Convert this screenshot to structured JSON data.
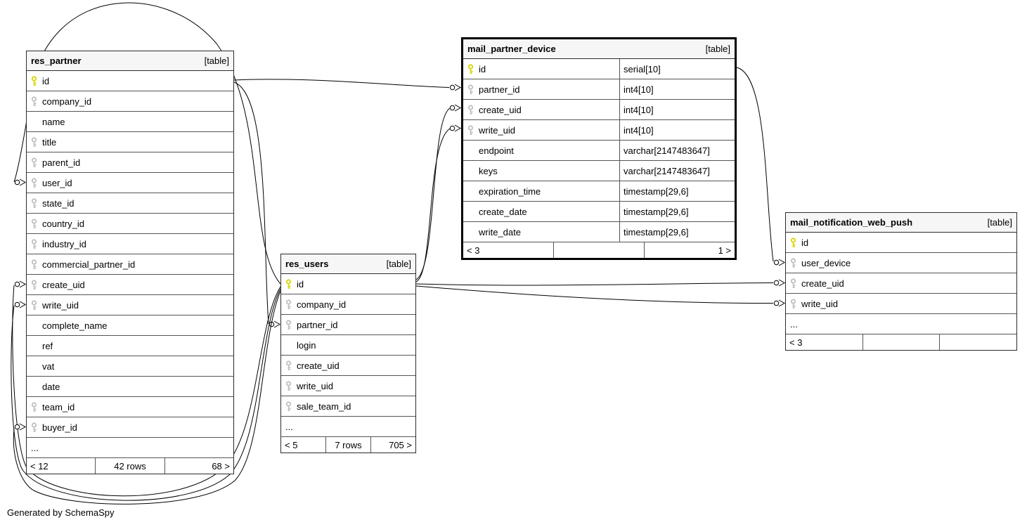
{
  "diagram": {
    "generator_note": "Generated by SchemaSpy"
  },
  "colors": {
    "pk_key": "#d6d600",
    "fk_key": "#bfbfbf",
    "edge": "#000000"
  },
  "tables": [
    {
      "id": "res_partner",
      "name": "res_partner",
      "badge": "[table]",
      "show_types": false,
      "columns": [
        {
          "name": "id",
          "key": "pk"
        },
        {
          "name": "company_id",
          "key": "fk"
        },
        {
          "name": "name",
          "key": ""
        },
        {
          "name": "title",
          "key": "fk"
        },
        {
          "name": "parent_id",
          "key": "fk"
        },
        {
          "name": "user_id",
          "key": "fk"
        },
        {
          "name": "state_id",
          "key": "fk"
        },
        {
          "name": "country_id",
          "key": "fk"
        },
        {
          "name": "industry_id",
          "key": "fk"
        },
        {
          "name": "commercial_partner_id",
          "key": "fk"
        },
        {
          "name": "create_uid",
          "key": "fk"
        },
        {
          "name": "write_uid",
          "key": "fk"
        },
        {
          "name": "complete_name",
          "key": ""
        },
        {
          "name": "ref",
          "key": ""
        },
        {
          "name": "vat",
          "key": ""
        },
        {
          "name": "date",
          "key": ""
        },
        {
          "name": "team_id",
          "key": "fk"
        },
        {
          "name": "buyer_id",
          "key": "fk"
        },
        {
          "name": "...",
          "key": ""
        }
      ],
      "footer": [
        "< 12",
        "42 rows",
        "68 >"
      ]
    },
    {
      "id": "res_users",
      "name": "res_users",
      "badge": "[table]",
      "show_types": false,
      "columns": [
        {
          "name": "id",
          "key": "pk"
        },
        {
          "name": "company_id",
          "key": "fk"
        },
        {
          "name": "partner_id",
          "key": "fk"
        },
        {
          "name": "login",
          "key": ""
        },
        {
          "name": "create_uid",
          "key": "fk"
        },
        {
          "name": "write_uid",
          "key": "fk"
        },
        {
          "name": "sale_team_id",
          "key": "fk"
        },
        {
          "name": "...",
          "key": ""
        }
      ],
      "footer": [
        "< 5",
        "7 rows",
        "705 >"
      ]
    },
    {
      "id": "mail_partner_device",
      "name": "mail_partner_device",
      "badge": "[table]",
      "show_types": true,
      "columns": [
        {
          "name": "id",
          "key": "pk",
          "type": "serial[10]"
        },
        {
          "name": "partner_id",
          "key": "fk",
          "type": "int4[10]"
        },
        {
          "name": "create_uid",
          "key": "fk",
          "type": "int4[10]"
        },
        {
          "name": "write_uid",
          "key": "fk",
          "type": "int4[10]"
        },
        {
          "name": "endpoint",
          "key": "",
          "type": "varchar[2147483647]"
        },
        {
          "name": "keys",
          "key": "",
          "type": "varchar[2147483647]"
        },
        {
          "name": "expiration_time",
          "key": "",
          "type": "timestamp[29,6]"
        },
        {
          "name": "create_date",
          "key": "",
          "type": "timestamp[29,6]"
        },
        {
          "name": "write_date",
          "key": "",
          "type": "timestamp[29,6]"
        }
      ],
      "footer": [
        "< 3",
        "",
        "1 >"
      ]
    },
    {
      "id": "mail_notification_web_push",
      "name": "mail_notification_web_push",
      "badge": "[table]",
      "show_types": false,
      "columns": [
        {
          "name": "id",
          "key": "pk"
        },
        {
          "name": "user_device",
          "key": "fk"
        },
        {
          "name": "create_uid",
          "key": "fk"
        },
        {
          "name": "write_uid",
          "key": "fk"
        },
        {
          "name": "...",
          "key": ""
        }
      ],
      "footer": [
        "< 3",
        "",
        ""
      ]
    }
  ],
  "relationships": [
    {
      "from": "res_partner.id",
      "to": "mail_partner_device.partner_id"
    },
    {
      "from": "res_users.id",
      "to": "mail_partner_device.create_uid"
    },
    {
      "from": "res_users.id",
      "to": "mail_partner_device.write_uid"
    },
    {
      "from": "res_partner.id",
      "to": "res_users.partner_id"
    },
    {
      "from": "res_users.id",
      "to": "res_partner.user_id"
    },
    {
      "from": "res_users.id",
      "to": "res_partner.create_uid"
    },
    {
      "from": "res_users.id",
      "to": "res_partner.write_uid"
    },
    {
      "from": "res_users.id",
      "to": "res_partner.buyer_id"
    },
    {
      "from": "mail_partner_device.id",
      "to": "mail_notification_web_push.user_device"
    },
    {
      "from": "res_users.id",
      "to": "mail_notification_web_push.create_uid"
    },
    {
      "from": "res_users.id",
      "to": "mail_notification_web_push.write_uid"
    }
  ]
}
